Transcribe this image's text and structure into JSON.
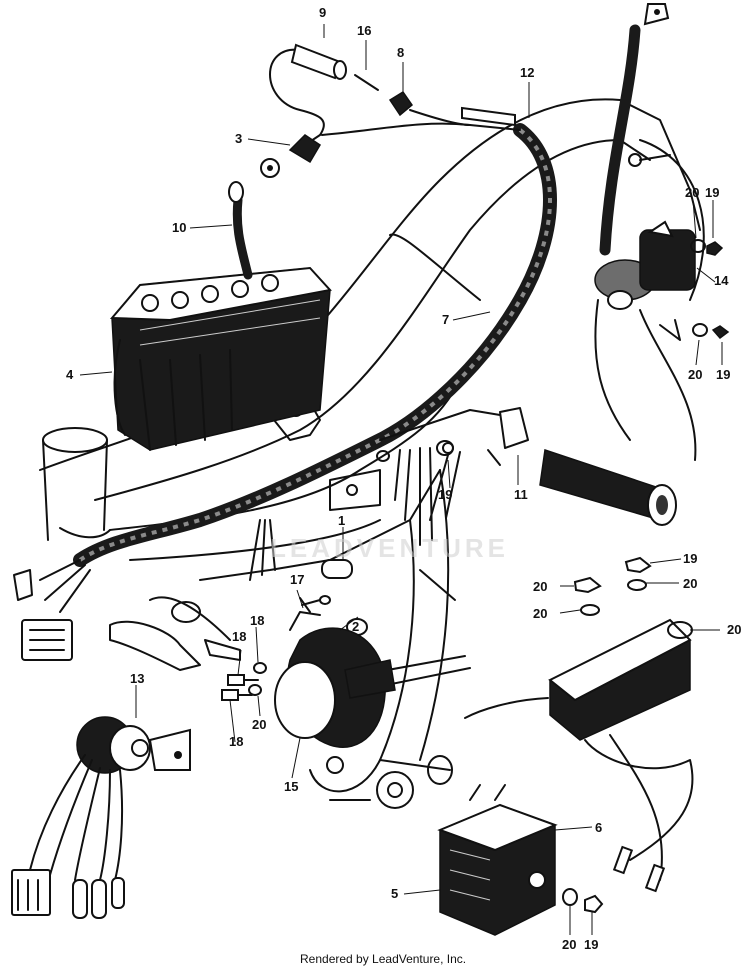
{
  "diagram": {
    "part_numbers": [
      "9",
      "16",
      "8",
      "12",
      "3",
      "10",
      "20",
      "19",
      "14",
      "4",
      "7",
      "20",
      "19",
      "11",
      "19",
      "1",
      "19",
      "20",
      "17",
      "20",
      "20",
      "2",
      "18",
      "20",
      "13",
      "18",
      "20",
      "15",
      "6",
      "5",
      "20",
      "19"
    ],
    "watermark": "LEADVENTURE",
    "footer": "Rendered by LeadVenture, Inc."
  }
}
